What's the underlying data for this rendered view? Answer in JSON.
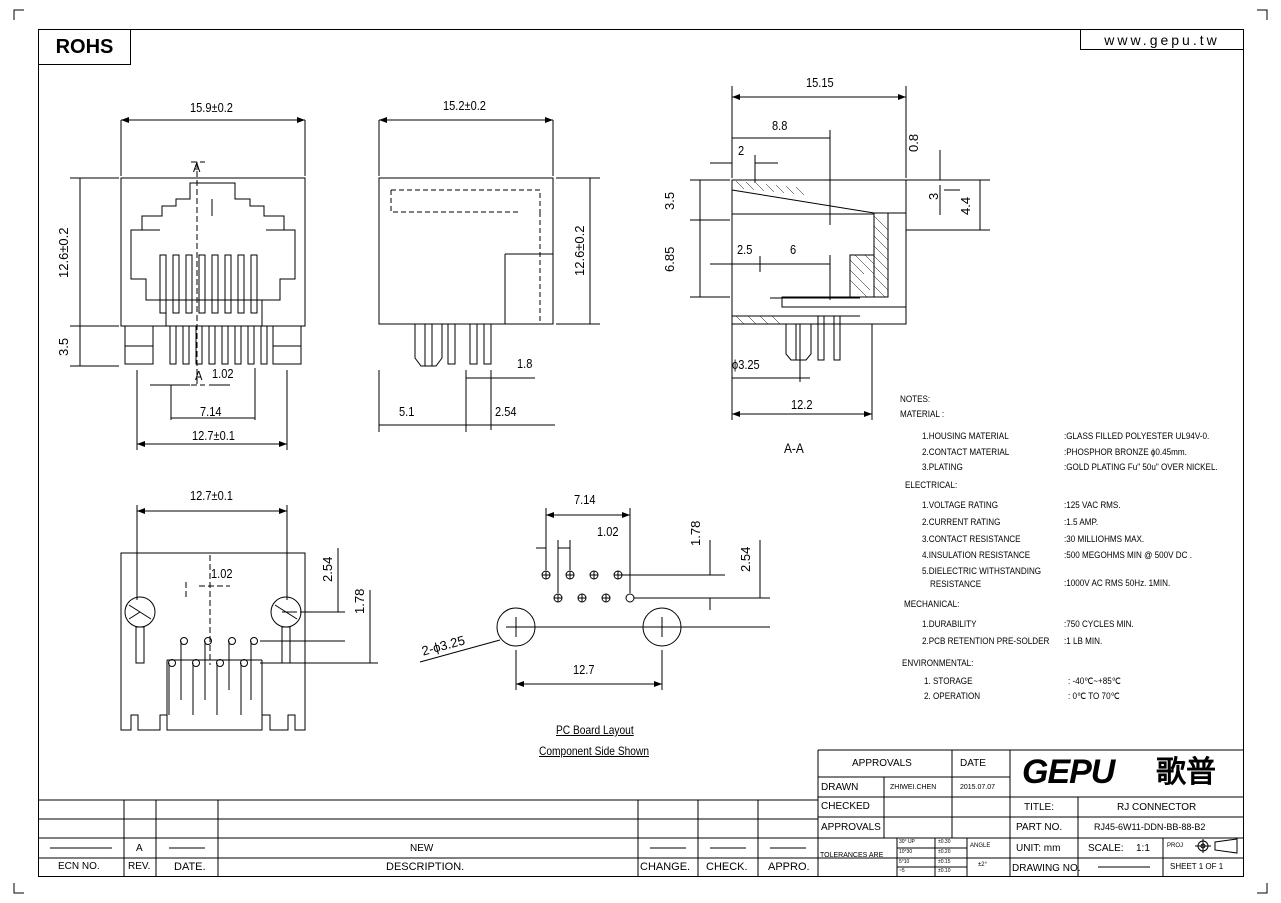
{
  "header": {
    "rohs": "ROHS",
    "website": "www.gepu.tw"
  },
  "front_view": {
    "width": "15.9±0.2",
    "height": "12.6±0.2",
    "pin_height": "3.5",
    "section_mark_top": "A",
    "section_mark_bottom": "A",
    "pitch": "1.02",
    "span": "7.14",
    "body": "12.7±0.1"
  },
  "side_view": {
    "width": "15.2±0.2",
    "height": "12.6±0.2",
    "pin_dia": "1.8",
    "offset": "5.1",
    "pitch": "2.54"
  },
  "section_view": {
    "total": "15.15",
    "d1": "8.8",
    "d2": "2",
    "d3": "0.8",
    "d4": "3.5",
    "d5": "3",
    "d6": "4.4",
    "d7": "6.85",
    "d8": "2.5",
    "d9": "6",
    "hole": "ϕ3.25",
    "base": "12.2",
    "label": "A-A"
  },
  "bottom_view": {
    "width": "12.7±0.1",
    "pitch": "1.02",
    "d1": "2.54",
    "d2": "1.78"
  },
  "pcb_layout": {
    "span": "7.14",
    "pitch": "1.02",
    "row_gap": "1.78",
    "row_gap2": "2.54",
    "holes": "2-ϕ3.25",
    "hole_span": "12.7",
    "caption1": "PC Board Layout",
    "caption2": "Component Side Shown"
  },
  "notes": {
    "title": "NOTES:",
    "material": "MATERIAL :",
    "m1_label": "1.HOUSING MATERIAL",
    "m1_val": ":GLASS FILLED POLYESTER UL94V-0.",
    "m2_label": "2.CONTACT MATERIAL",
    "m2_val": ":PHOSPHOR BRONZE ϕ0.45mm.",
    "m3_label": "3.PLATING",
    "m3_val": ":GOLD PLATING Fu\" 50u\" OVER NICKEL.",
    "electrical": "ELECTRICAL:",
    "e1_label": "1.VOLTAGE RATING",
    "e1_val": ":125 VAC RMS.",
    "e2_label": "2.CURRENT RATING",
    "e2_val": ":1.5 AMP.",
    "e3_label": "3.CONTACT RESISTANCE",
    "e3_val": ":30 MILLIOHMS MAX.",
    "e4_label": "4.INSULATION RESISTANCE",
    "e4_val": ":500 MEGOHMS MIN @ 500V DC .",
    "e5_label": "5.DIELECTRIC WITHSTANDING",
    "e5_label2": "RESISTANCE",
    "e5_val": ":1000V AC RMS 50Hz. 1MIN.",
    "mechanical": "MECHANICAL:",
    "c1_label": "1.DURABILITY",
    "c1_val": ":750 CYCLES MIN.",
    "c2_label": "2.PCB RETENTION PRE-SOLDER",
    "c2_val": ":1 LB MIN.",
    "environmental": "ENVIRONMENTAL:",
    "v1_label": "1. STORAGE",
    "v1_val": ": -40℃~+85℃",
    "v2_label": "2. OPERATION",
    "v2_val": ": 0℃ TO 70℃"
  },
  "title_block": {
    "approvals_header": "APPROVALS",
    "date_header": "DATE",
    "drawn": "DRAWN",
    "drawn_by": "ZHIWEI.CHEN",
    "drawn_date": "2015.07.07",
    "checked": "CHECKED",
    "approvals": "APPROVALS",
    "tolerances": "TOLERANCES ARE",
    "tol_r1a": "30°   UP",
    "tol_r1b": "±0.30",
    "tol_r2a": "10°30",
    "tol_r2b": "±0.20",
    "tol_r3a": "5°10",
    "tol_r3b": "±0.15",
    "tol_r4a": "~5",
    "tol_r4b": "±0.10",
    "angle": "ANGLE",
    "angle_val": "±2°",
    "logo_latin": "GEPU",
    "logo_cjk": "歌普",
    "title_label": "TITLE:",
    "title_val": "RJ CONNECTOR",
    "part_label": "PART NO.",
    "part_val": "RJ45-6W11-DDN-BB-88-B2",
    "unit_label": "UNIT: mm",
    "scale_label": "SCALE:",
    "scale_val": "1:1",
    "proj": "PROJ",
    "drawing_label": "DRAWING NO.",
    "sheet": "SHEET  1  OF  1"
  },
  "revision": {
    "rev": "A",
    "description": "NEW",
    "ecn_no": "ECN NO.",
    "rev_label": "REV.",
    "date_label": "DATE.",
    "desc_label": "DESCRIPTION.",
    "change": "CHANGE.",
    "check": "CHECK.",
    "appro": "APPRO."
  }
}
